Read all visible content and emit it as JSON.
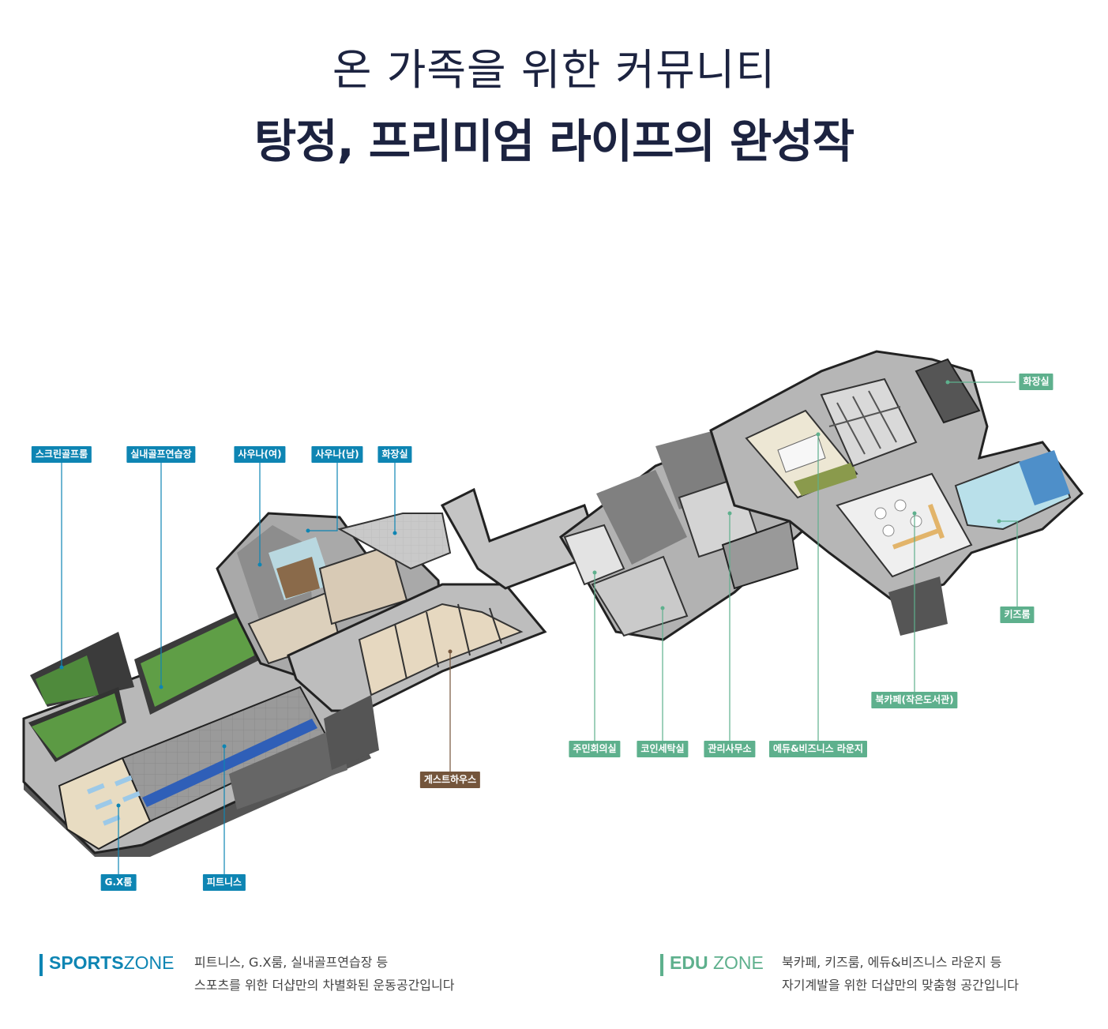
{
  "heading": {
    "line1": "온 가족을 위한 커뮤니티",
    "line2": "탕정, 프리미엄 라이프의 완성작"
  },
  "labels": {
    "screen_golf": "스크린골프룸",
    "indoor_golf": "실내골프연습장",
    "sauna_women": "사우나(여)",
    "sauna_men": "사우나(남)",
    "restroom_left": "화장실",
    "gx_room": "G.X룸",
    "fitness": "피트니스",
    "guest_house": "게스트하우스",
    "residents_meeting": "주민회의실",
    "coin_laundry": "코인세탁실",
    "management_office": "관리사무소",
    "edu_lounge": "에듀&비즈니스 라운지",
    "book_cafe": "북카페(작은도서관)",
    "kids_room": "키즈룸",
    "restroom_right": "화장실"
  },
  "zones": {
    "sports": {
      "name_bold": "SPORTS",
      "name_light": "ZONE",
      "desc1": "피트니스, G.X룸, 실내골프연습장 등",
      "desc2": "스포츠를 위한 더샵만의 차별화된 운동공간입니다",
      "color": "#0e85b3"
    },
    "edu": {
      "name_bold": "EDU",
      "name_light": " ZONE",
      "desc1": "북카페, 키즈룸, 에듀&비즈니스 라운지 등",
      "desc2": "자기계발을 위한 더샵만의 맞춤형 공간입니다",
      "color": "#5eb08d"
    }
  },
  "colors": {
    "sports": "#0e85b3",
    "edu": "#5eb08d",
    "guest": "#74553b",
    "heading": "#1c2340"
  }
}
